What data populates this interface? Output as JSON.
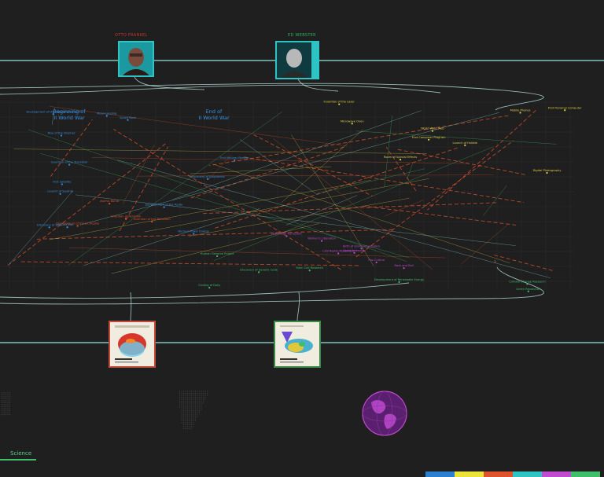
{
  "portraits": [
    {
      "id": "p1",
      "name": "OTTO FRANKEL",
      "name_color": "#c0392b",
      "frame": "#2ec4c4"
    },
    {
      "id": "p2",
      "name": "ED WEBSTER",
      "name_color": "#2fb05a",
      "frame": "#2ec4c4"
    }
  ],
  "posters": [
    {
      "id": "poster-1",
      "theme": "red",
      "caption": "OCEAN POLLUTION"
    },
    {
      "id": "poster-2",
      "theme": "green",
      "caption": "CONSERVATION"
    }
  ],
  "category": {
    "label": "Science",
    "color": "#3fbf6a"
  },
  "legend_colors": [
    "#2a7fd0",
    "#e9e33a",
    "#e0522c",
    "#2ec4c4",
    "#c04ad0",
    "#3fbf6a"
  ],
  "colors": {
    "blue": "#3a8fe0",
    "yellow": "#e2cf4a",
    "red": "#e0522c",
    "magenta": "#c04ad0",
    "green": "#3fbf6a",
    "cyan": "#8fe3e0"
  },
  "headlines": [
    {
      "text": "Beginning of",
      "color": "#3a8fe0"
    },
    {
      "text": "II World War",
      "color": "#3a8fe0"
    },
    {
      "text": "End of",
      "color": "#3a8fe0"
    },
    {
      "text": "II World War",
      "color": "#3a8fe0"
    }
  ],
  "nodes": [
    {
      "text": "Launch of Sputnik",
      "color": "blue"
    },
    {
      "text": "Invention of the Transistor",
      "color": "blue"
    },
    {
      "text": "First Nuclear Reactor",
      "color": "blue"
    },
    {
      "text": "Development of the Radar",
      "color": "blue"
    },
    {
      "text": "First Computer Program",
      "color": "yellow"
    },
    {
      "text": "Microwave Oven",
      "color": "yellow"
    },
    {
      "text": "Nuclear Power Energy",
      "color": "blue"
    },
    {
      "text": "Discovery of DNA",
      "color": "blue"
    },
    {
      "text": "Space Race",
      "color": "blue"
    },
    {
      "text": "First Satellite",
      "color": "blue"
    },
    {
      "text": "Development of the Integrated Circuit",
      "color": "blue"
    },
    {
      "text": "Room of Special Effects",
      "color": "yellow"
    },
    {
      "text": "Launch of Hubble",
      "color": "yellow"
    },
    {
      "text": "First Personal Computer",
      "color": "yellow"
    },
    {
      "text": "World Wide Web",
      "color": "yellow"
    },
    {
      "text": "Invention of the Laser",
      "color": "yellow"
    },
    {
      "text": "Moon Landing",
      "color": "blue"
    },
    {
      "text": "Cold War",
      "color": "blue"
    },
    {
      "text": "Invention of Penicillin",
      "color": "red"
    },
    {
      "text": "Development of the Jet Engine",
      "color": "red"
    },
    {
      "text": "Invention of the Television",
      "color": "red"
    },
    {
      "text": "Atomic Bomb",
      "color": "red"
    },
    {
      "text": "First Heart Transplant",
      "color": "magenta"
    },
    {
      "text": "Women's Liberation",
      "color": "magenta"
    },
    {
      "text": "Civil Rights Movement",
      "color": "magenta"
    },
    {
      "text": "Birth of Environmentalism",
      "color": "magenta"
    },
    {
      "text": "Pop Culture",
      "color": "magenta"
    },
    {
      "text": "Rock and Roll",
      "color": "magenta"
    },
    {
      "text": "Discovery of Genetic Code",
      "color": "green"
    },
    {
      "text": "Green Revolution",
      "color": "green"
    },
    {
      "text": "Human Genome Project",
      "color": "green"
    },
    {
      "text": "Cloning of Dolly",
      "color": "green"
    },
    {
      "text": "Development of Renewable Energy",
      "color": "green"
    },
    {
      "text": "Climate Change Research",
      "color": "green"
    },
    {
      "text": "Rise of the Internet",
      "color": "blue"
    },
    {
      "text": "Mobile Phones",
      "color": "yellow"
    },
    {
      "text": "Digital Photography",
      "color": "yellow"
    },
    {
      "text": "Social Networks",
      "color": "magenta"
    },
    {
      "text": "Stem Cell Research",
      "color": "green"
    },
    {
      "text": "Discovery of Exoplanets",
      "color": "blue"
    }
  ]
}
